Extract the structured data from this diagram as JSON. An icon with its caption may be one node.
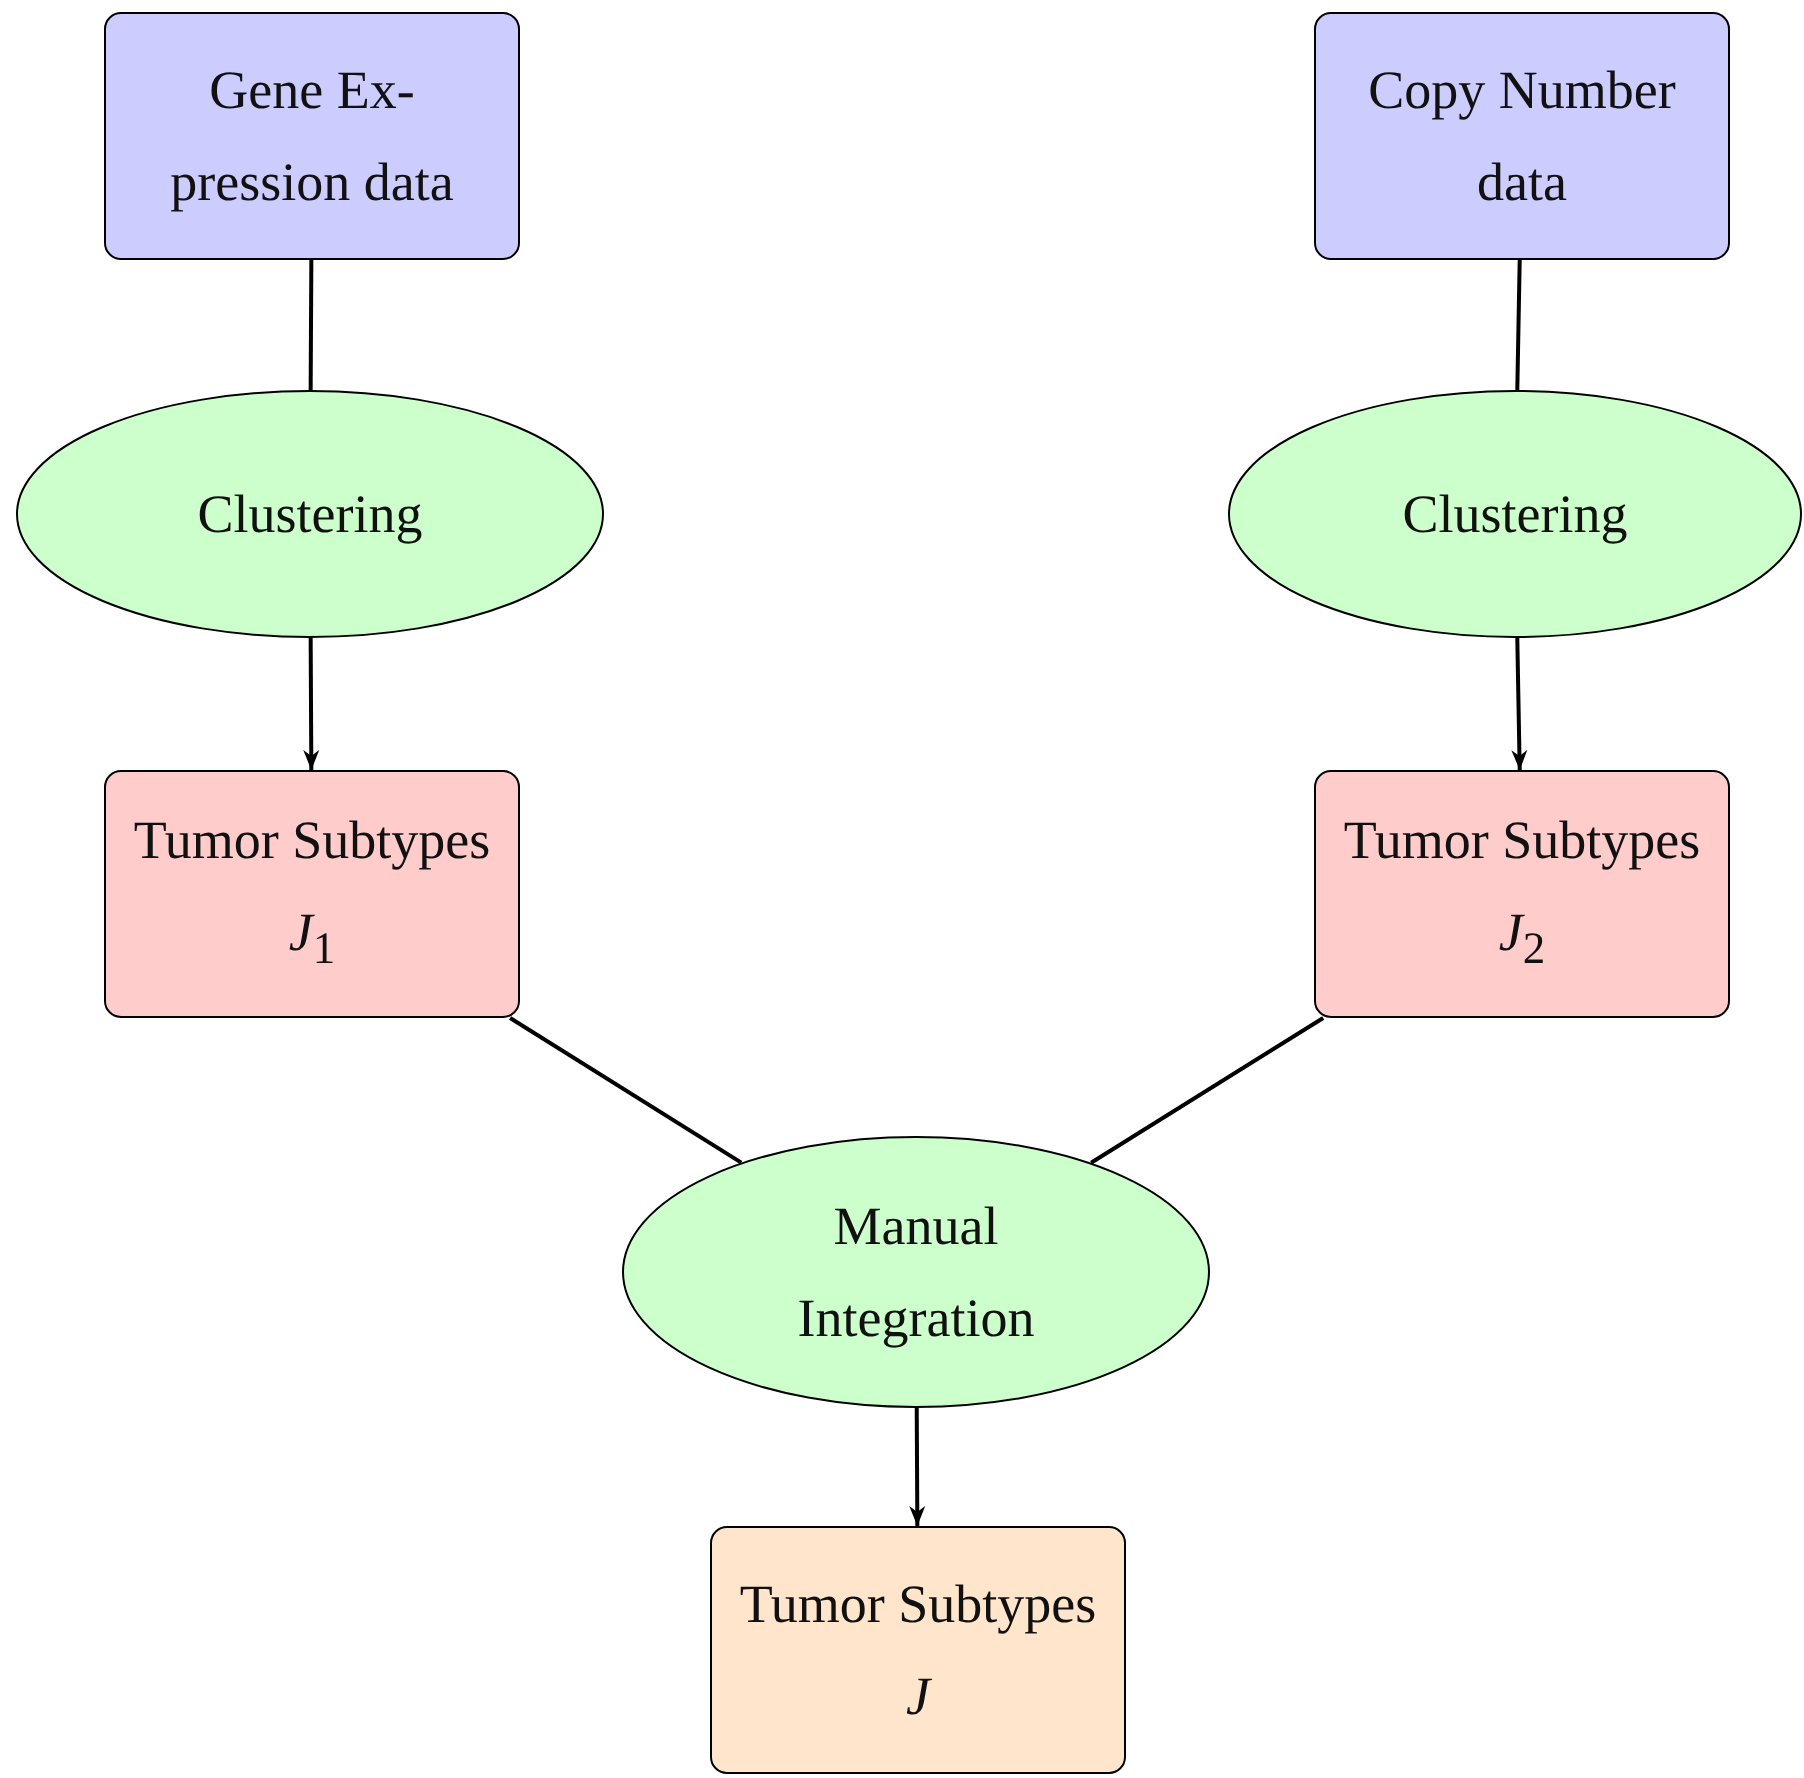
{
  "diagram": {
    "nodes": [
      {
        "text": [
          "Gene Ex- pression data"
        ]
      },
      {
        "text": [
          "Clustering"
        ]
      },
      {
        "text": [
          "Tumor Subtypes *J*$_{1}$"
        ]
      },
      {
        "text": [
          "Copy Number data"
        ]
      },
      {
        "text": [
          "Clustering"
        ]
      },
      {
        "text": [
          "Tumor Subtypes *J*$_{2}$"
        ]
      },
      {
        "text": [
          "Manual Integration"
        ]
      },
      {
        "text": [
          "Tumor Subtypes *J*"
        ]
      }
    ],
    "edges": [
      {
        "from": 0,
        "to": 1,
        "arrow": "none"
      },
      {
        "from": 1,
        "to": 2,
        "arrow": "to"
      },
      {
        "from": 3,
        "to": 4,
        "arrow": "none"
      },
      {
        "from": 4,
        "to": 5,
        "arrow": "to"
      },
      {
        "from": 2,
        "to": 6,
        "arrow": "none"
      },
      {
        "from": 5,
        "to": 6,
        "arrow": "none"
      },
      {
        "from": 6,
        "to": 7,
        "arrow": "to"
      }
    ]
  }
}
